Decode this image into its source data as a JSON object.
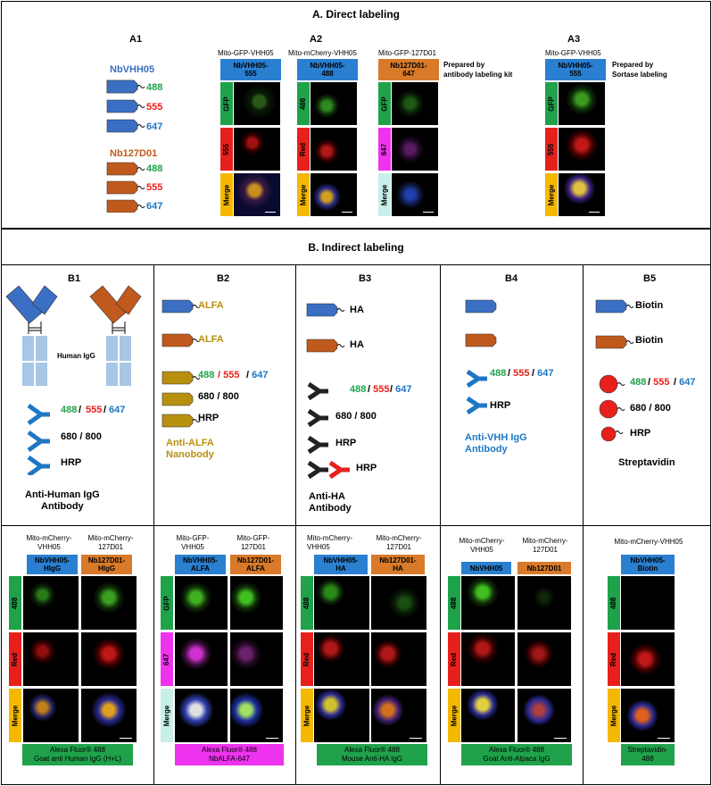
{
  "colors": {
    "blue": "#3a6fc4",
    "orange": "#c05a1c",
    "gold": "#b8900f",
    "green": "#1fa24a",
    "red": "#e8201c",
    "cyan": "#1e77c4",
    "magenta": "#ee33ee",
    "yellow": "#f5b800",
    "mint": "#c9efe9",
    "header_blue": "#2a7fd0",
    "header_orange": "#d87a2a"
  },
  "section_a": {
    "title": "A. Direct labeling",
    "a1": {
      "label": "A1",
      "nb1": "NbVHH05",
      "nb2": "Nb127D01",
      "f488": "488",
      "f555": "555",
      "f647": "647"
    },
    "a2": {
      "label": "A2",
      "cols": [
        {
          "top": "Mito-GFP-VHH05",
          "header": "NbVHH05-\n555",
          "rows": [
            "GFP",
            "555",
            "Merge"
          ]
        },
        {
          "top": "Mito-mCherry-VHH05",
          "header": "NbVHH05-\n488",
          "rows": [
            "488",
            "Red",
            "Merge"
          ]
        },
        {
          "top": "Mito-GFP-127D01",
          "header": "Nb127D01-\n647",
          "rows": [
            "GFP",
            "647",
            "Merge"
          ]
        }
      ],
      "note": "Prepared by\nantibody labeling kit"
    },
    "a3": {
      "label": "A3",
      "top": "Mito-GFP-VHH05",
      "header": "NbVHH05-\n555",
      "rows": [
        "GFP",
        "555",
        "Merge"
      ],
      "note": "Prepared by\nSortase labeling"
    }
  },
  "section_b": {
    "title": "B. Indirect labeling",
    "b1": {
      "label": "B1",
      "igg": "Human IgG",
      "f1": "488",
      "f2": "555",
      "f3": "647",
      "sep": "/",
      "f680": "680 / 800",
      "hrp": "HRP",
      "name": "Anti-Human IgG\nAntibody",
      "top1": "Mito-mCherry-\nVHH05",
      "top2": "Mito-mCherry-\n127D01",
      "h1": "NbVHH05-\nHIgG",
      "h2": "Nb127D01-\nHIgG",
      "rows": [
        "488",
        "Red",
        "Merge"
      ],
      "caption": "Alexa Fluor® 488\nGoat anti Human IgG (H+L)"
    },
    "b2": {
      "label": "B2",
      "alfa": "ALFA",
      "f1": "488",
      "f2": "555",
      "f3": "647",
      "f680": "680 / 800",
      "hrp": "HRP",
      "name": "Anti-ALFA\nNanobody",
      "top1": "Mito-GFP-\nVHH05",
      "top2": "Mito-GFP-\n127D01",
      "h1": "NbVHH05-\nALFA",
      "h2": "Nb127D01-\nALFA",
      "rows": [
        "GFP",
        "647",
        "Merge"
      ],
      "caption": "Alexa Fluor® 488\nNbALFA-647"
    },
    "b3": {
      "label": "B3",
      "ha": "HA",
      "f1": "488",
      "f2": "555",
      "f3": "647",
      "f680": "680 / 800",
      "hrp": "HRP",
      "name": "Anti-HA\nAntibody",
      "top1": "Mito-mCherry-\nVHH05",
      "top2": "Mito-mCherry-\n127D01",
      "h1": "NbVHH05-\nHA",
      "h2": "Nb127D01-\nHA",
      "rows": [
        "488",
        "Red",
        "Merge"
      ],
      "caption": "Alexa Fluor® 488\nMouse Anti-HA IgG"
    },
    "b4": {
      "label": "B4",
      "f1": "488",
      "f2": "555",
      "f3": "647",
      "hrp": "HRP",
      "name": "Anti-VHH IgG\nAntibody",
      "top1": "Mito-mCherry-\nVHH05",
      "top2": "Mito-mCherry-\n127D01",
      "h1": "NbVHH05",
      "h2": "Nb127D01",
      "rows": [
        "488",
        "Red",
        "Merge"
      ],
      "caption": "Alexa Fluor® 488\nGoat Anti-Alpaca IgG"
    },
    "b5": {
      "label": "B5",
      "biotin": "Biotin",
      "f1": "488",
      "f2": "555",
      "f3": "647",
      "f680": "680 / 800",
      "hrp": "HRP",
      "name": "Streptavidin",
      "top1": "Mito-mCherry-VHH05",
      "h1": "NbVHH05-\nBiotin",
      "rows": [
        "488",
        "Red",
        "Merge"
      ],
      "caption": "Streptavidin-\n488"
    }
  }
}
